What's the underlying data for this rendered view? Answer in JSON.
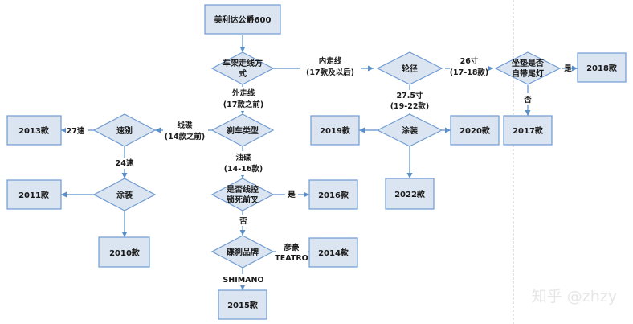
{
  "colors": {
    "fill": "#dbe5f1",
    "stroke": "#6f9bd1",
    "arrow": "#5b8fc9",
    "text": "#1a1a1a",
    "divider": "#c9c9c9",
    "watermark": "#e6e6e6"
  },
  "nodes": {
    "start": "美利达公爵600",
    "routing": [
      "车架走线方",
      "式"
    ],
    "wheel": "轮径",
    "seat": [
      "坐垫是否",
      "自带尾灯"
    ],
    "y2018": "2018款",
    "y2017": "2017款",
    "paint_a": "涂装",
    "y2019": "2019款",
    "y2020": "2020款",
    "y2022": "2022款",
    "brake": "刹车类型",
    "speed": "速别",
    "y2013": "2013款",
    "paint_b": "涂装",
    "y2011": "2011款",
    "y2010": "2010款",
    "lockout": [
      "是否线控",
      "锁死前叉"
    ],
    "y2016": "2016款",
    "caliper": "碟刹品牌",
    "y2014": "2014款",
    "y2015": "2015款"
  },
  "edges": {
    "internal": [
      "内走线",
      "(17款及以后)"
    ],
    "external": [
      "外走线",
      "(17款之前)"
    ],
    "wheel26": [
      "26寸",
      "(17-18款)"
    ],
    "wheel275": [
      "27.5寸",
      "(19-22款)"
    ],
    "seat_yes": "是",
    "seat_no": "否",
    "mechanical": [
      "线碟",
      "(14款之前)"
    ],
    "hydraulic": [
      "油碟",
      "(14-16款)"
    ],
    "speed27": "27速",
    "speed24": "24速",
    "lockout_yes": "是",
    "lockout_no": "否",
    "tektro": [
      "彦豪",
      "TEATRO"
    ],
    "shimano": "SHIMANO"
  },
  "watermark": "知乎 @zhzy"
}
